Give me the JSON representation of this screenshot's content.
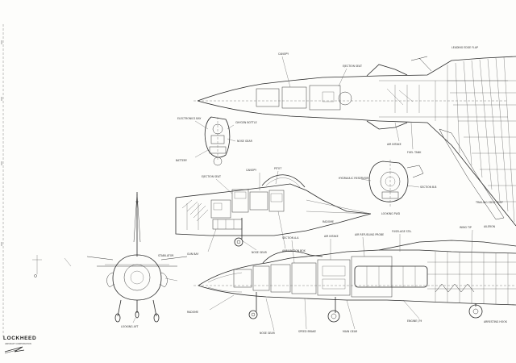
{
  "title_block": {
    "brand": "LOCKHEED",
    "subtitle": "AIRCRAFT CORPORATION"
  },
  "views": [
    {
      "id": "upper-plan",
      "description_visible": false
    },
    {
      "id": "side-profile-cockpit"
    },
    {
      "id": "side-profile-full"
    },
    {
      "id": "front-view"
    },
    {
      "id": "wing-plan"
    }
  ],
  "labels": {
    "cockpit_callout": "ELECTRONICS BAY",
    "nose_radome": "RADOME",
    "section_a": "SECTION A-A",
    "section_b": "SECTION B-B",
    "canopy": "CANOPY",
    "ejection_seat": "EJECTION SEAT",
    "gun_bay": "GUN BAY",
    "main_gear": "MAIN GEAR",
    "nose_gear": "NOSE GEAR",
    "engine": "ENGINE J79",
    "intake": "AIR INTAKE",
    "fuel_tank": "FUEL TANK",
    "fuselage_station": "FUSELAGE STA.",
    "wing_tip": "WING TIP",
    "leading_edge": "LEADING EDGE FLAP",
    "trailing_edge": "TRAILING EDGE FLAP",
    "aileron": "AILERON",
    "looking_aft": "LOOKING AFT",
    "looking_fwd": "LOOKING FWD",
    "stab": "STABILATOR",
    "pitot": "PITOT",
    "refuel": "AIR REFUELING PROBE",
    "hydraulic": "HYDRAULIC RESERVOIR",
    "oxygen": "OXYGEN BOTTLE",
    "battery": "BATTERY",
    "ammo": "AMMUNITION BOX",
    "speed_brake": "SPEED BRAKE",
    "tail_hook": "ARRESTING HOOK"
  }
}
